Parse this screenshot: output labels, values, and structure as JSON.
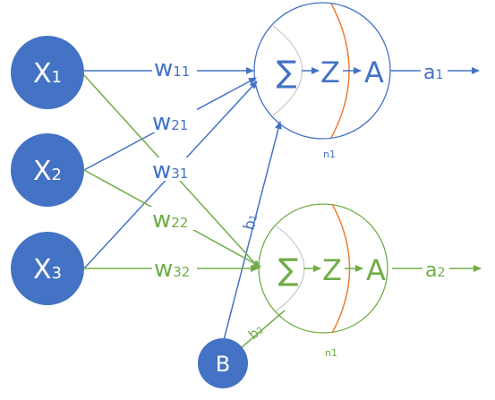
{
  "colors": {
    "input_fill": "#4472C4",
    "blue": "#4472C4",
    "green": "#70AD47",
    "orange": "#ED7D31",
    "inner_arc": "#BFBFBF"
  },
  "inputs": [
    {
      "letter": "X",
      "sub": "1"
    },
    {
      "letter": "X",
      "sub": "2"
    },
    {
      "letter": "X",
      "sub": "3"
    }
  ],
  "bias": {
    "label": "B"
  },
  "weights": {
    "w11": {
      "letter": "w",
      "sub": "11"
    },
    "w21": {
      "letter": "w",
      "sub": "21"
    },
    "w31": {
      "letter": "w",
      "sub": "31"
    },
    "w22": {
      "letter": "w",
      "sub": "22"
    },
    "w32": {
      "letter": "w",
      "sub": "32"
    }
  },
  "biases": {
    "b1": {
      "letter": "b",
      "sub": "1"
    },
    "b2": {
      "letter": "b",
      "sub": "2"
    }
  },
  "neurons": [
    {
      "sigma": "∑",
      "z": "Z",
      "a": "A",
      "caption": "n1",
      "out_letter": "a",
      "out_sub": "1"
    },
    {
      "sigma": "∑",
      "z": "Z",
      "a": "A",
      "caption": "n1",
      "out_letter": "a",
      "out_sub": "2"
    }
  ]
}
